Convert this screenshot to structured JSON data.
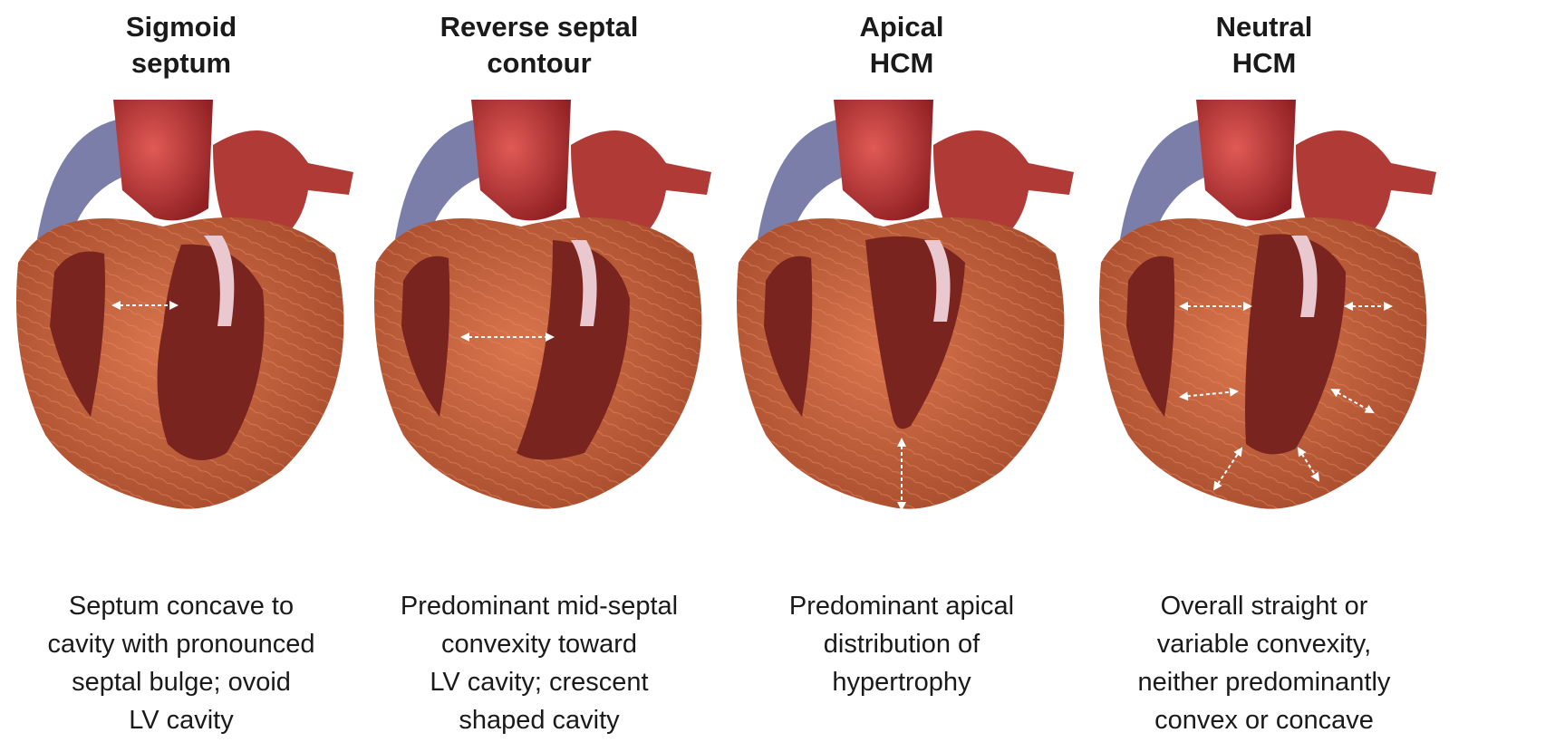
{
  "panels": [
    {
      "title": [
        "Sigmoid",
        "septum"
      ],
      "caption": [
        "Septum concave to",
        "cavity   with pronounced",
        "septal bulge; ovoid",
        "LV cavity"
      ]
    },
    {
      "title": [
        "Reverse septal",
        "contour"
      ],
      "caption": [
        "Predominant mid-septal",
        "convexity toward",
        "LV cavity;  crescent",
        "shaped cavity"
      ]
    },
    {
      "title": [
        "Apical",
        "HCM"
      ],
      "caption": [
        "Predominant apical",
        "distribution of",
        "hypertrophy"
      ]
    },
    {
      "title": [
        "Neutral",
        "HCM"
      ],
      "caption": [
        "Overall straight or",
        "variable convexity,",
        "neither predominantly",
        "convex or concave"
      ]
    }
  ],
  "colors": {
    "myocardium": "#c8643f",
    "myocardium_dark": "#a94a2c",
    "cavity": "#7a2420",
    "aorta": "#b8302f",
    "vein": "#7b7ea8",
    "valve": "#e9c9cf",
    "arrow": "#ffffff"
  }
}
